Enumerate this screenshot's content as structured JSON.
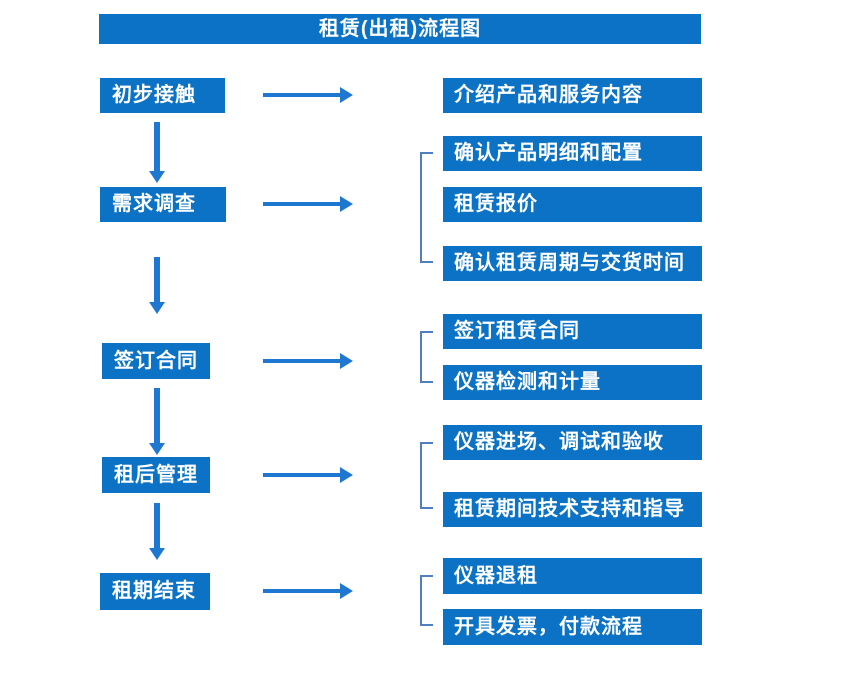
{
  "title": "租赁(出租)流程图",
  "colors": {
    "box": "#0b72c6",
    "arrow": "#1e78d2",
    "bracket": "#4f7fc1",
    "text": "#ffffff"
  },
  "steps": [
    {
      "label": "初步接触",
      "outputs": [
        "介绍产品和服务内容"
      ]
    },
    {
      "label": "需求调查",
      "outputs": [
        "确认产品明细和配置",
        "租赁报价",
        "确认租赁周期与交货时间"
      ]
    },
    {
      "label": "签订合同",
      "outputs": [
        "签订租赁合同",
        "仪器检测和计量"
      ]
    },
    {
      "label": "租后管理",
      "outputs": [
        "仪器进场、调试和验收",
        "租赁期间技术支持和指导"
      ]
    },
    {
      "label": "租期结束",
      "outputs": [
        "仪器退租",
        "开具发票，付款流程"
      ]
    }
  ]
}
